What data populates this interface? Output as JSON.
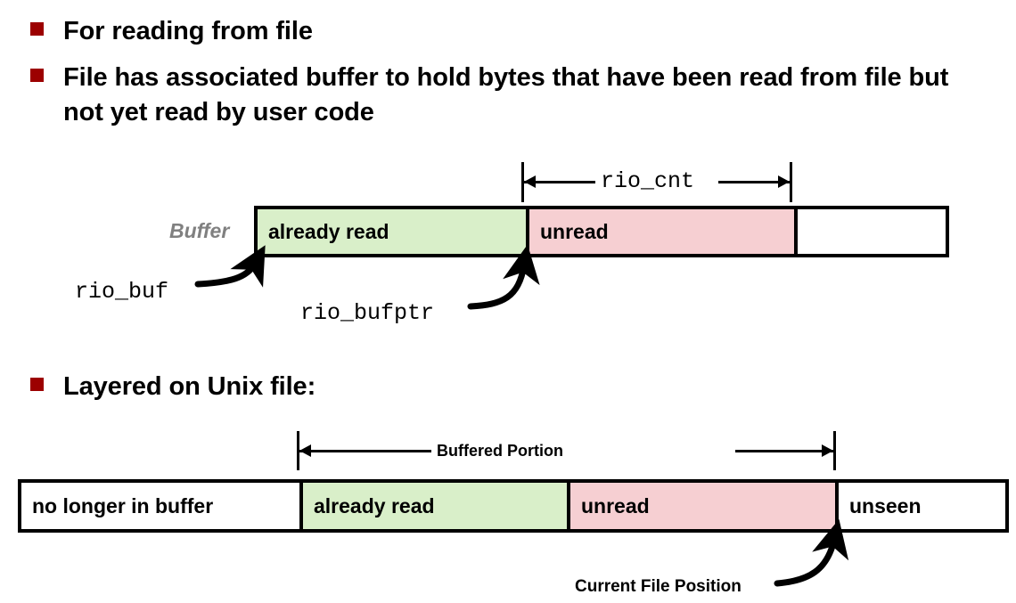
{
  "slide": {
    "bullets": [
      {
        "id": "reading",
        "text": "For reading from file"
      },
      {
        "id": "buffer",
        "text": "File has associated buffer to hold bytes that have been read from file but not yet read by user code"
      },
      {
        "id": "layered",
        "text": "Layered on Unix file:"
      }
    ],
    "bullet_color": "#9c0000"
  },
  "buffer_diagram": {
    "side_label": "Buffer",
    "segments": [
      {
        "name": "already-read",
        "label": "already read",
        "color": "#d9efc9"
      },
      {
        "name": "unread",
        "label": "unread",
        "color": "#f6cfd2"
      },
      {
        "name": "free-space",
        "label": "",
        "color": "#ffffff"
      }
    ],
    "measure": {
      "label": "rio_cnt"
    },
    "pointers": [
      {
        "name": "rio-buf",
        "label": "rio_buf"
      },
      {
        "name": "rio-bufptr",
        "label": "rio_bufptr"
      }
    ]
  },
  "file_diagram": {
    "segments": [
      {
        "name": "no-longer-in-buffer",
        "label": "no longer in buffer",
        "color": "#ffffff"
      },
      {
        "name": "already-read",
        "label": "already read",
        "color": "#d9efc9"
      },
      {
        "name": "unread",
        "label": "unread",
        "color": "#f6cfd2"
      },
      {
        "name": "unseen",
        "label": "unseen",
        "color": "#ffffff"
      }
    ],
    "measure": {
      "label": "Buffered Portion"
    },
    "callout": {
      "name": "current-file-position",
      "label": "Current File Position"
    }
  }
}
